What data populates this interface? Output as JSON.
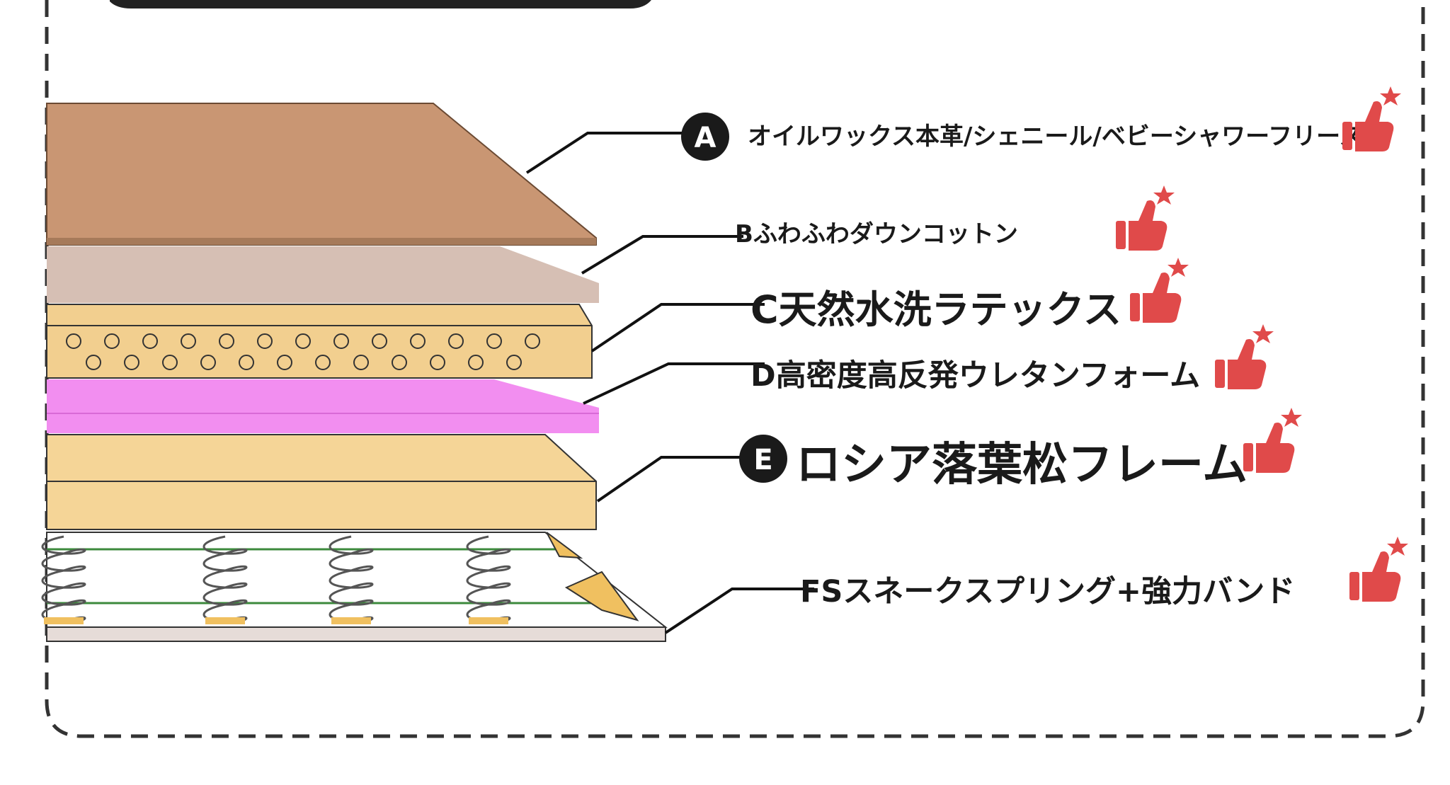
{
  "layers": [
    {
      "id": "a",
      "marker": "A",
      "text": "オイルワックス本革/シェニール/ベビーシャワーフリース"
    },
    {
      "id": "b",
      "marker": "",
      "text": "Bふわふわダウンコットン"
    },
    {
      "id": "c",
      "marker": "",
      "text": "C天然水洗ラテックス"
    },
    {
      "id": "d",
      "marker": "",
      "text": "D高密度高反発ウレタンフォーム"
    },
    {
      "id": "e",
      "marker": "E",
      "text": "ロシア落葉松フレーム"
    },
    {
      "id": "f",
      "marker": "",
      "text": "FSスネークスプリング+強力バンド"
    }
  ],
  "colors": {
    "leather": "#c99673",
    "cotton": "#d6bfb4",
    "latex": "#f2cf8f",
    "foam": "#f28ef0",
    "wood": "#f5d597",
    "spring_band": "#3c8a3c",
    "thumb": "#e04a4a",
    "border": "#333333"
  },
  "icons": [
    "thumbs-up-star-icon"
  ]
}
